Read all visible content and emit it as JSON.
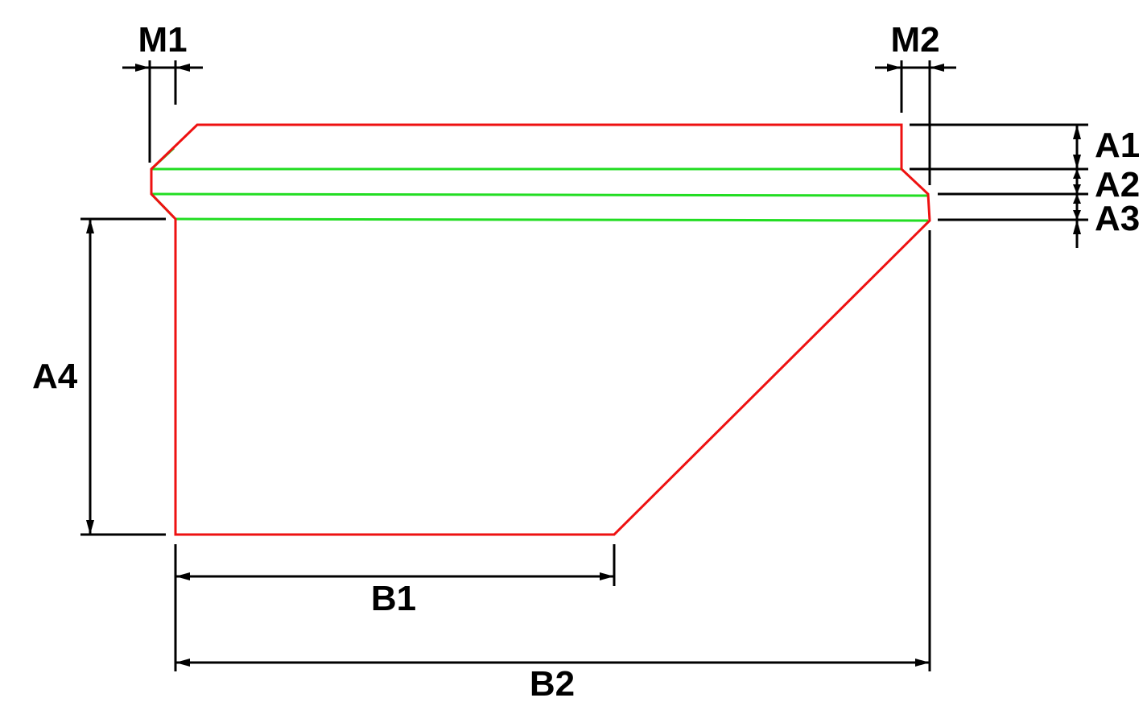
{
  "colors": {
    "outline": "#ee1111",
    "bands": "#22dd22",
    "dimensions": "#000000",
    "background": "#ffffff"
  },
  "labels": {
    "m1": "M1",
    "m2": "M2",
    "a1": "A1",
    "a2": "A2",
    "a3": "A3",
    "a4": "A4",
    "b1": "B1",
    "b2": "B2"
  }
}
